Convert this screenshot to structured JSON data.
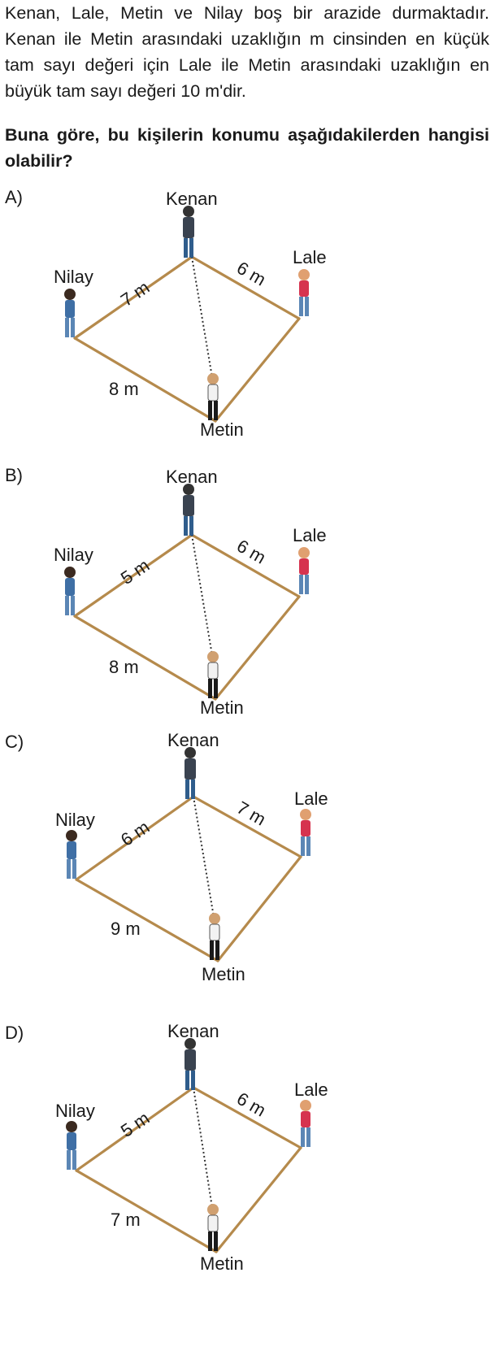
{
  "stem": "Kenan, Lale, Metin ve Nilay boş bir arazide durmaktadır. Kenan ile Metin arasındaki uzaklığın m cinsinden en küçük tam sayı değeri için Lale ile Metin arasındaki uzaklığın en büyük tam sayı değeri 10 m'dir.",
  "question": "Buna göre, bu kişilerin konumu aşağıdakilerden hangisi olabilir?",
  "people": {
    "kenan": "Kenan",
    "lale": "Lale",
    "metin": "Metin",
    "nilay": "Nilay"
  },
  "options": [
    {
      "letter": "A)",
      "nilay_kenan": "7 m",
      "kenan_lale": "6 m",
      "nilay_metin": "8 m"
    },
    {
      "letter": "B)",
      "nilay_kenan": "5 m",
      "kenan_lale": "6 m",
      "nilay_metin": "8 m"
    },
    {
      "letter": "C)",
      "nilay_kenan": "6 m",
      "kenan_lale": "7 m",
      "nilay_metin": "9 m"
    },
    {
      "letter": "D)",
      "nilay_kenan": "5 m",
      "kenan_lale": "6 m",
      "nilay_metin": "7 m"
    }
  ],
  "colors": {
    "edge": "#b58a4c",
    "text": "#1a1a1a"
  }
}
